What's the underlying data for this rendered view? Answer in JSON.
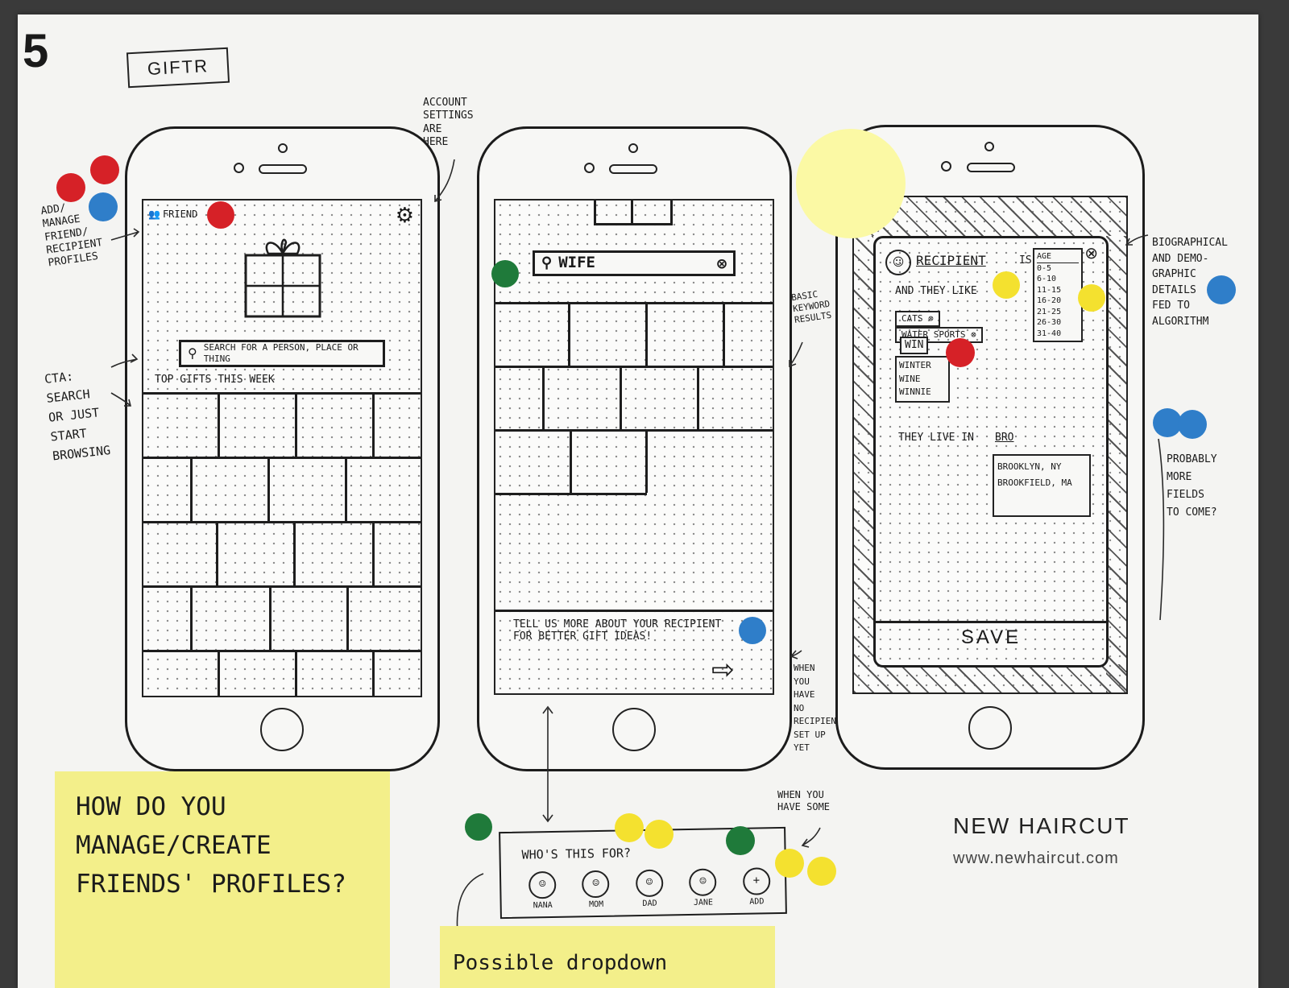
{
  "sheet_number": "5",
  "app_title": "GIFTR",
  "brand": {
    "name": "NEW HAIRCUT",
    "url": "www.newhaircut.com"
  },
  "annotations": {
    "add_manage": "ADD/\nMANAGE\nFRIEND/\nRECIPIENT\nPROFILES",
    "account_settings": "ACCOUNT\nSETTINGS\nARE\nHERE",
    "cta": "CTA:\nSEARCH\nOR JUST\nSTART\nBROWSING",
    "basic_keyword": "BASIC\nKEYWORD\nRESULTS",
    "when_no_recipients": "WHEN\nYOU\nHAVE\nNO\nRECIPIENTS\nSET UP\nYET",
    "when_you_have_some": "WHEN YOU\nHAVE SOME",
    "bio_demo": "BIOGRAPHICAL\nAND DEMO-\nGRAPHIC\nDETAILS\nFED TO\nALGORITHM",
    "probably_more": "PROBABLY\nMORE\nFIELDS\nTO COME?"
  },
  "phone1": {
    "friend_label": "FRIEND",
    "search_placeholder": "SEARCH FOR A PERSON, PLACE OR THING",
    "section_title": "TOP GIFTS THIS WEEK"
  },
  "phone2": {
    "search_value": "WIFE",
    "prompt": "TELL US MORE ABOUT YOUR RECIPIENT FOR BETTER GIFT IDEAS!"
  },
  "phone3": {
    "recipient_label": "RECIPIENT",
    "is_label": "IS",
    "age_label": "AGE",
    "age_options": [
      "0-5",
      "6-10",
      "11-15",
      "16-20",
      "21-25",
      "26-30",
      "31-40"
    ],
    "they_like": "AND THEY LIKE",
    "likes": [
      "CATS",
      "WATER SPORTS"
    ],
    "typed": "WIN",
    "suggestions": [
      "WINTER",
      "WINE",
      "WINNIE"
    ],
    "they_live_in": "THEY LIVE IN",
    "live_typed": "BRO",
    "locations": [
      "BROOKLYN, NY",
      "BROOKFIELD, MA"
    ],
    "save_label": "SAVE"
  },
  "recipients_panel": {
    "title": "WHO'S THIS FOR?",
    "people": [
      "NANA",
      "MOM",
      "DAD",
      "JANE"
    ],
    "add_label": "ADD"
  },
  "sticky_notes": {
    "main": "HOW DO YOU MANAGE/CREATE FRIENDS' PROFILES?",
    "bottom": "Possible dropdown"
  },
  "colors": {
    "red": "#d62127",
    "blue": "#2f7ec9",
    "green": "#1f7a3a",
    "yellow": "#f4e12f",
    "sticky": "#f3ef8a"
  }
}
